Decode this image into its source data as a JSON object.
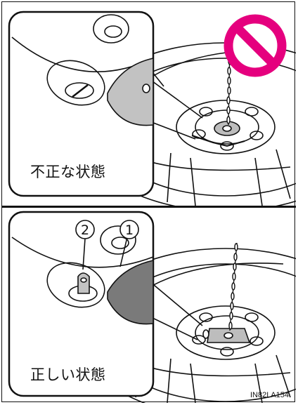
{
  "figure": {
    "incorrect_caption": "不正な状態",
    "correct_caption": "正しい状態",
    "callout_1": "1",
    "callout_2": "2",
    "figure_code": "IN82LA154"
  },
  "icons": {
    "prohibited": "prohibition-icon",
    "prohibited_color": "#e5007e"
  }
}
